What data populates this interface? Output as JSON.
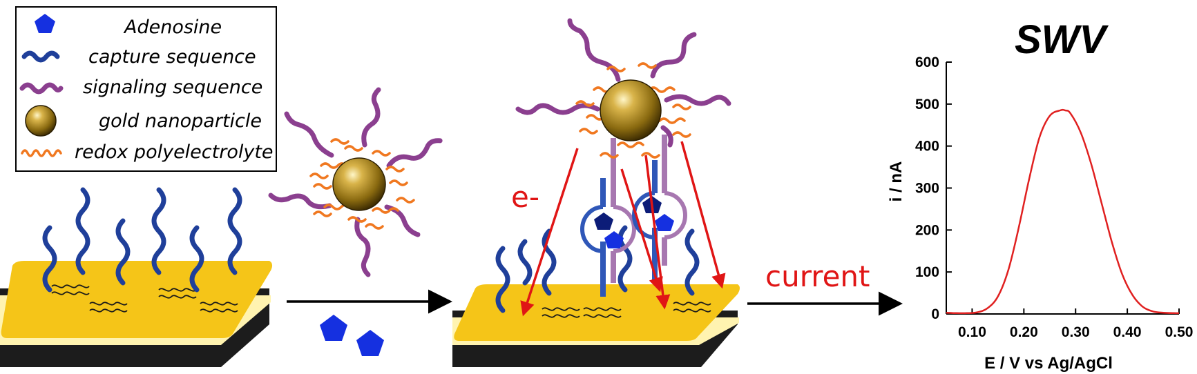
{
  "legend": {
    "items": [
      {
        "label": "Adenosine",
        "symbol": "adenosine"
      },
      {
        "label": "capture sequence",
        "symbol": "capture"
      },
      {
        "label": "signaling sequence",
        "symbol": "signal"
      },
      {
        "label": "gold nanoparticle",
        "symbol": "gold"
      },
      {
        "label": "redox polyelectrolyte",
        "symbol": "redox"
      }
    ]
  },
  "labels": {
    "electron": "e-",
    "current": "current"
  },
  "colors": {
    "capture_sequence": "#1f3f9a",
    "signaling_sequence": "#8b3f8f",
    "redox_polyelectrolyte": "#f07820",
    "adenosine": "#1530e0",
    "gold_surface": "#f5c518",
    "electrode_base": "#1c1c1c",
    "arrows": "#e01515"
  },
  "chart_data": {
    "type": "line",
    "title": "SWV",
    "xlabel": "E / V vs Ag/AgCl",
    "ylabel": "i / nA",
    "xlim": [
      0.05,
      0.5
    ],
    "ylim": [
      0,
      600
    ],
    "xticks": [
      "0.10",
      "0.20",
      "0.30",
      "0.40",
      "0.50"
    ],
    "xtick_values": [
      0.1,
      0.2,
      0.3,
      0.4,
      0.5
    ],
    "yticks": [
      "0",
      "100",
      "200",
      "300",
      "400",
      "500",
      "600"
    ],
    "ytick_values": [
      0,
      100,
      200,
      300,
      400,
      500,
      600
    ],
    "series": [
      {
        "color": "#e02020",
        "x": [
          0.05,
          0.07,
          0.09,
          0.11,
          0.13,
          0.15,
          0.17,
          0.19,
          0.21,
          0.23,
          0.25,
          0.27,
          0.28,
          0.29,
          0.31,
          0.33,
          0.35,
          0.37,
          0.39,
          0.41,
          0.43,
          0.45,
          0.47,
          0.49,
          0.5
        ],
        "y": [
          3,
          2,
          2,
          4,
          14,
          42,
          105,
          205,
          320,
          420,
          472,
          485,
          485,
          478,
          432,
          358,
          265,
          172,
          95,
          45,
          17,
          6,
          3,
          2,
          2
        ]
      }
    ]
  }
}
